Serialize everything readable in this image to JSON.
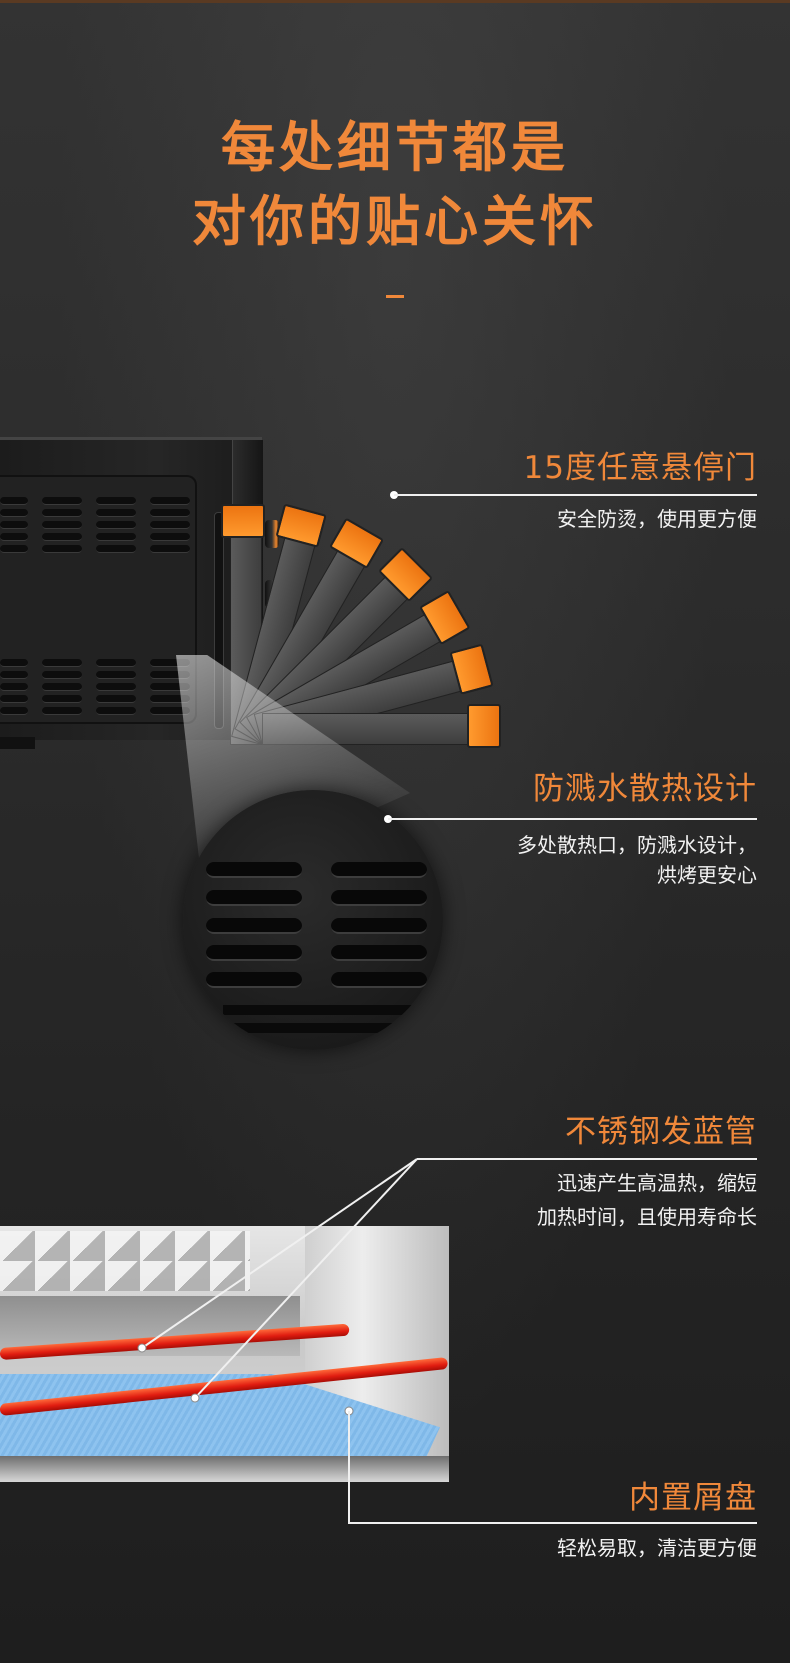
{
  "headline": {
    "line1": "每处细节都是",
    "line2": "对你的贴心关怀"
  },
  "colors": {
    "accent": "#f0883a",
    "background": "#2b2b2b",
    "text": "#f2f2f2",
    "handle_orange": "#f0882e",
    "heating_tube_red": "#e01c10",
    "tray_blue": "#8ec3ef"
  },
  "features": [
    {
      "title": "15度任意悬停门",
      "subtitle_lines": [
        "安全防烫，使用更方便"
      ]
    },
    {
      "title": "防溅水散热设计",
      "subtitle_lines": [
        "多处散热口，防溅水设计，",
        "烘烤更安心"
      ]
    },
    {
      "title": "不锈钢发蓝管",
      "subtitle_lines": [
        "迅速产生高温热，缩短",
        "加热时间，且使用寿命长"
      ]
    },
    {
      "title": "内置屑盘",
      "subtitle_lines": [
        "轻松易取，清洁更方便"
      ]
    }
  ],
  "images": {
    "oven_side": "oven-side-with-door-angles",
    "vent_closeup": "vent-closeup-circle",
    "interior": "oven-interior-heating-tubes-crumb-tray"
  }
}
